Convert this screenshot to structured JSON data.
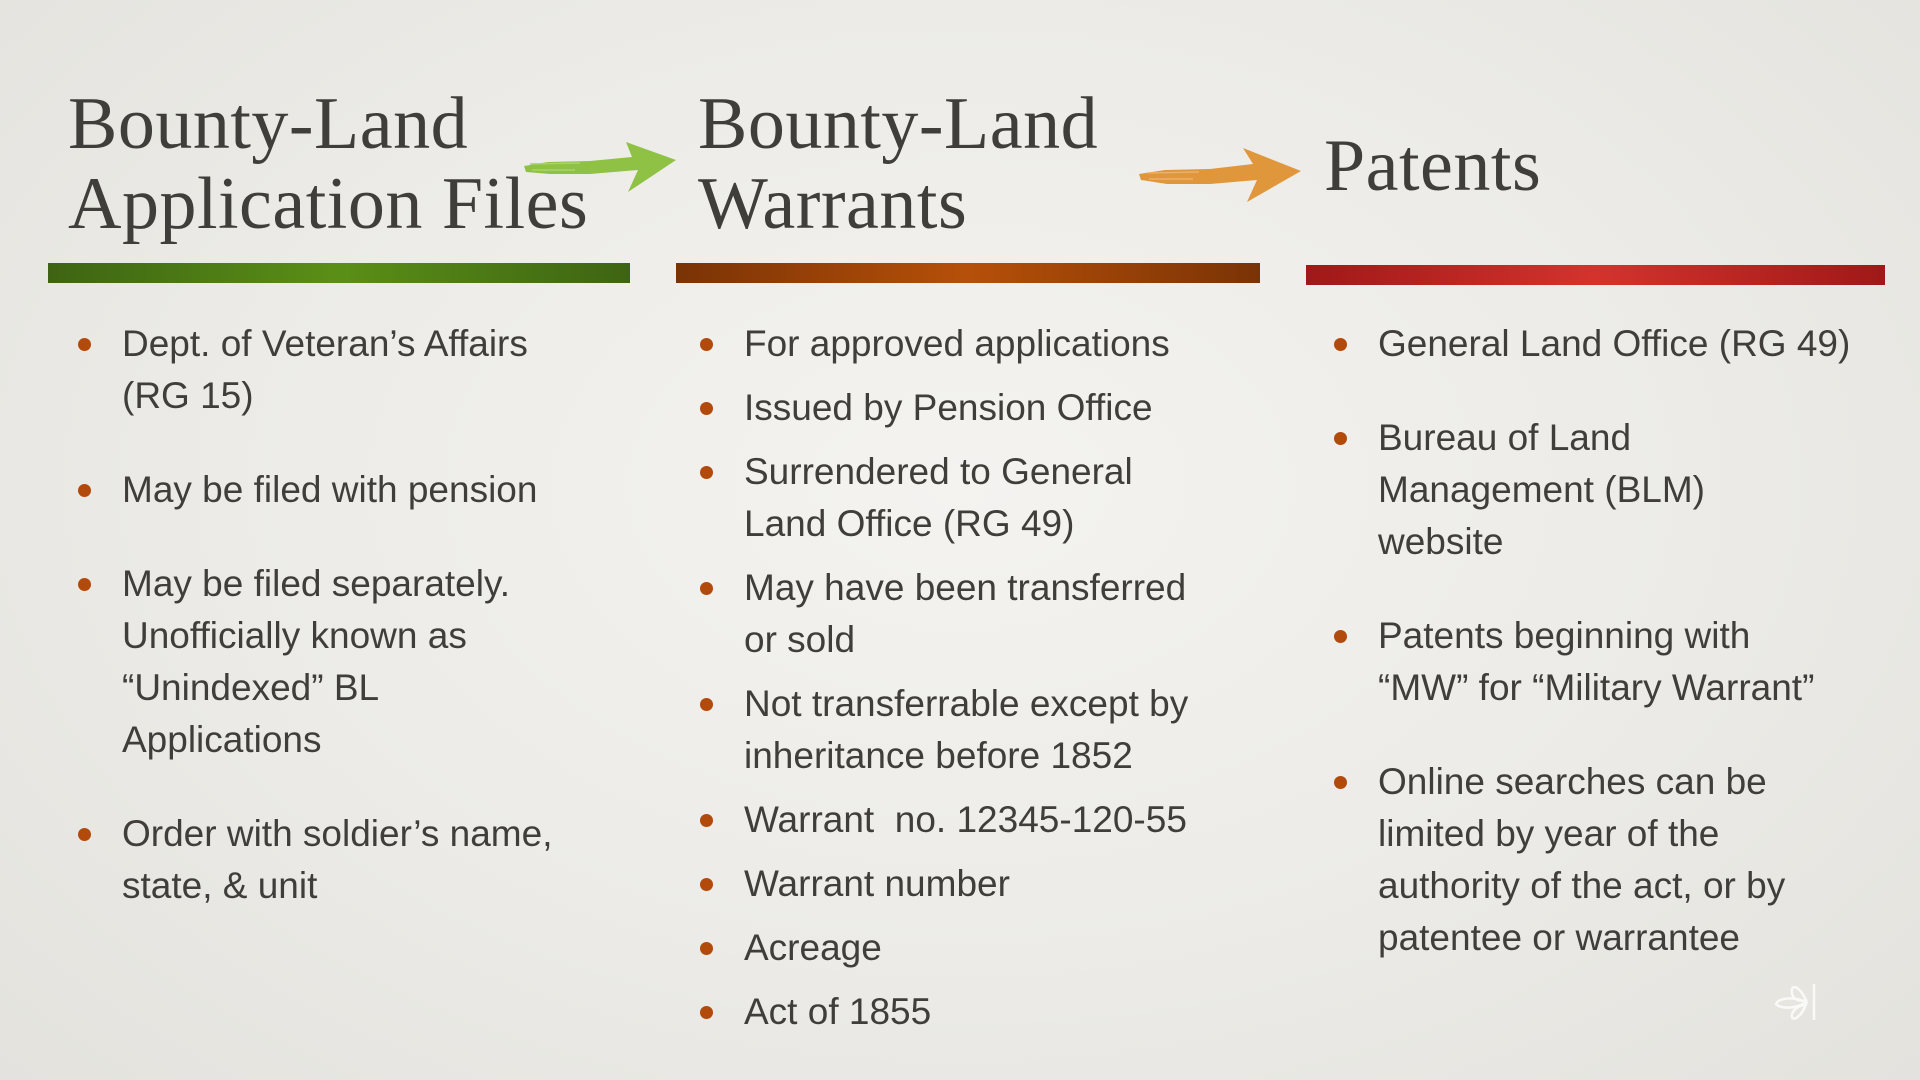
{
  "slide": {
    "columns": [
      {
        "title": "Bounty-Land\nApplication Files",
        "title_line1": "Bounty-Land",
        "title_line2": "Application Files",
        "bar_color": "#5a8f17",
        "items": [
          "Dept. of Veteran’s Affairs\n(RG 15)",
          "May be filed with pension",
          "May be filed separately.\nUnofficially known as\n“Unindexed” BL\nApplications",
          "Order with soldier’s name,\nstate, & unit"
        ]
      },
      {
        "title": "Bounty-Land\nWarrants",
        "title_line1": "Bounty-Land",
        "title_line2": "Warrants",
        "bar_color": "#b65009",
        "items": [
          "For approved applications",
          "Issued by Pension Office",
          "Surrendered to General\nLand Office (RG 49)",
          "May have been transferred\nor sold",
          "Not transferrable except by\ninheritance before 1852",
          "Warrant  no. 12345-120-55",
          "Warrant number",
          "Acreage",
          "Act of 1855"
        ]
      },
      {
        "title": "Patents",
        "title_line1": "Patents",
        "bar_color": "#d4332d",
        "items": [
          "General Land Office (RG 49)",
          "Bureau of Land\nManagement (BLM)\nwebsite",
          "Patents beginning with\n“MW” for “Military Warrant”",
          "Online searches can be\nlimited by year of the\nauthority of the act, or by\npatentee or warrantee"
        ]
      }
    ],
    "arrows": [
      {
        "name": "arrow-right-icon",
        "color": "#8fc244"
      },
      {
        "name": "arrow-right-icon",
        "color": "#e0963a"
      }
    ],
    "bullet_color": "#b24a0c",
    "watermark_icon": "leaf-logo-icon"
  }
}
